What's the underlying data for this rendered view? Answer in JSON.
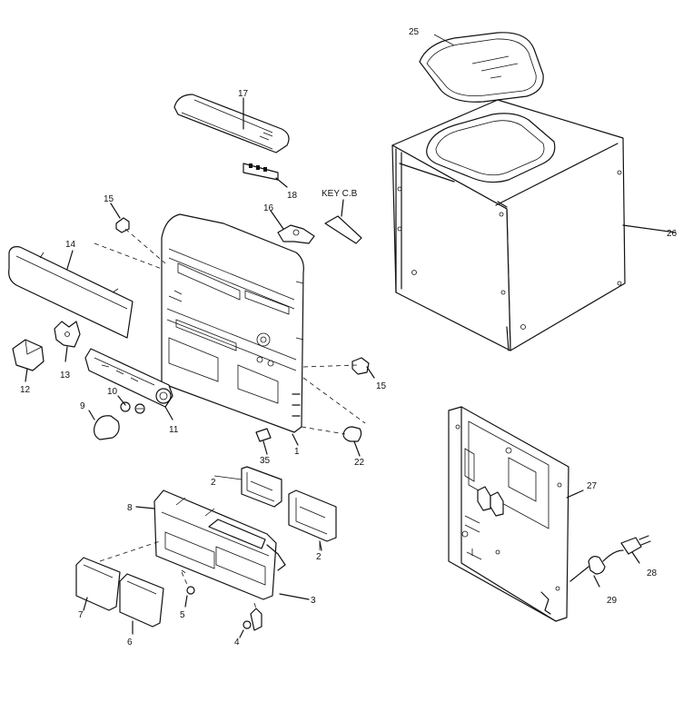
{
  "diagram": {
    "callouts": {
      "c1": "1",
      "c2a": "2",
      "c2b": "2",
      "c3": "3",
      "c4": "4",
      "c5": "5",
      "c6": "6",
      "c7": "7",
      "c8": "8",
      "c9": "9",
      "c10": "10",
      "c11": "11",
      "c12": "12",
      "c13": "13",
      "c14": "14",
      "c15a": "15",
      "c15b": "15",
      "c16": "16",
      "c17": "17",
      "c18": "18",
      "c22": "22",
      "c25": "25",
      "c26": "26",
      "c27": "27",
      "c28": "28",
      "c29": "29",
      "c35": "35",
      "keycb": "KEY C.B"
    }
  }
}
